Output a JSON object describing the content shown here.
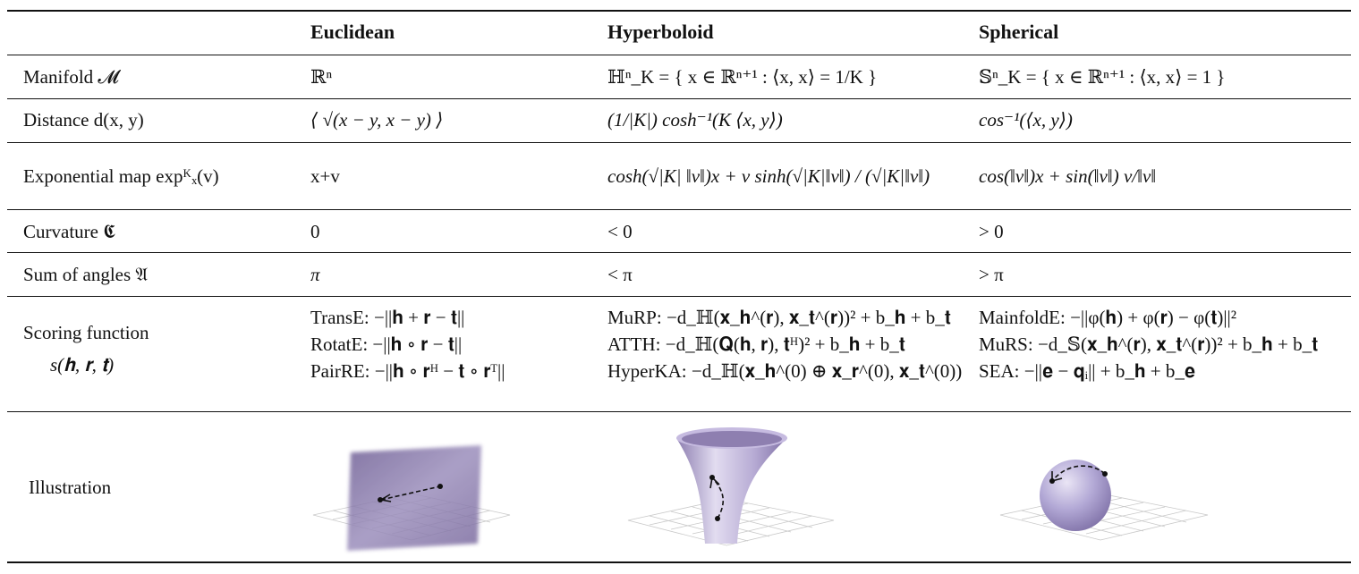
{
  "header": {
    "euclidean": "Euclidean",
    "hyperboloid": "Hyperboloid",
    "spherical": "Spherical"
  },
  "rows": {
    "manifold": {
      "label": "Manifold 𝓜",
      "euclidean": "ℝⁿ",
      "hyperboloid": "ℍⁿ_K = { x ∈ ℝⁿ⁺¹ : ⟨x, x⟩ = 1/K }",
      "spherical": "𝕊ⁿ_K = { x ∈ ℝⁿ⁺¹ : ⟨x, x⟩ = 1 }"
    },
    "distance": {
      "label": "Distance d(x, y)",
      "euclidean": "⟨ √(x − y, x − y) ⟩",
      "hyperboloid": "(1/|K|) cosh⁻¹(K ⟨x, y⟩)",
      "spherical": "cos⁻¹(⟨x, y⟩)"
    },
    "expmap": {
      "label": "Exponential map expᴷₓ(v)",
      "euclidean": "x+v",
      "hyperboloid": "cosh(√|K| ‖v‖)x + v sinh(√|K|‖v‖) / (√|K|‖v‖)",
      "spherical": "cos(‖v‖)x + sin(‖v‖) v/‖v‖"
    },
    "curvature": {
      "label": "Curvature 𝕮",
      "euclidean": "0",
      "hyperboloid": "< 0",
      "spherical": "> 0"
    },
    "angles": {
      "label": "Sum of angles 𝔄",
      "euclidean": "π",
      "hyperboloid": "< π",
      "spherical": "> π"
    },
    "scoring": {
      "label_line1": "Scoring function",
      "label_line2": "s(𝐡, 𝐫, 𝐭)",
      "euclidean": [
        "TransE: −||𝐡 + 𝐫 − 𝐭||",
        "RotatE: −||𝐡 ∘ 𝐫 − 𝐭||",
        "PairRE: −||𝐡 ∘ 𝐫ᴴ − 𝐭 ∘ 𝐫ᵀ||"
      ],
      "hyperboloid": [
        "MuRP: −d_ℍ(𝐱_𝐡^(𝐫), 𝐱_𝐭^(𝐫))² + b_𝐡 + b_𝐭",
        "ATTH: −d_ℍ(𝐐(𝐡, 𝐫), 𝐭ᴴ)² + b_𝐡 + b_𝐭",
        "HyperKA: −d_ℍ(𝐱_𝐡^(0) ⊕ 𝐱_𝐫^(0), 𝐱_𝐭^(0))"
      ],
      "spherical": [
        "MainfoldE: −||φ(𝐡) + φ(𝐫) − φ(𝐭)||²",
        "MuRS: −d_𝕊(𝐱_𝐡^(𝐫), 𝐱_𝐭^(𝐫))² + b_𝐡 + b_𝐭",
        "SEA: −||𝐞 − 𝐪ᵢ|| + b_𝐡 + b_𝐞"
      ]
    },
    "illustration": {
      "label": "Illustration"
    }
  },
  "colors": {
    "surface": "#8e7fb0",
    "sphere": "#b3a9d6",
    "rule": "#111111"
  }
}
